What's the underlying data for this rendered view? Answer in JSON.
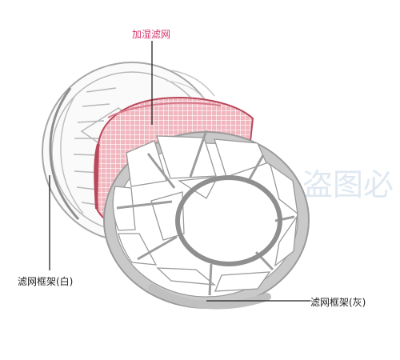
{
  "labels": {
    "humidifying_filter": "加湿滤网",
    "filter_frame_white": "滤网框架(白)",
    "filter_frame_gray": "滤网框架(灰)"
  },
  "colors": {
    "filter_fill": "#f0b7bf",
    "filter_edge": "#b8485b",
    "filter_grid": "#ffffff",
    "frame_gray": "#c9c9c9",
    "frame_gray_edge": "#9a9a9a",
    "frame_white_edge": "#a8a8a8",
    "accent_label": "#d6336c",
    "leader_line": "#222222"
  },
  "watermark": {
    "text": "盗图必"
  },
  "icons": {
    "filter_grid": "grid-pattern-icon",
    "frame_spokes": "spoke-frame-icon"
  }
}
